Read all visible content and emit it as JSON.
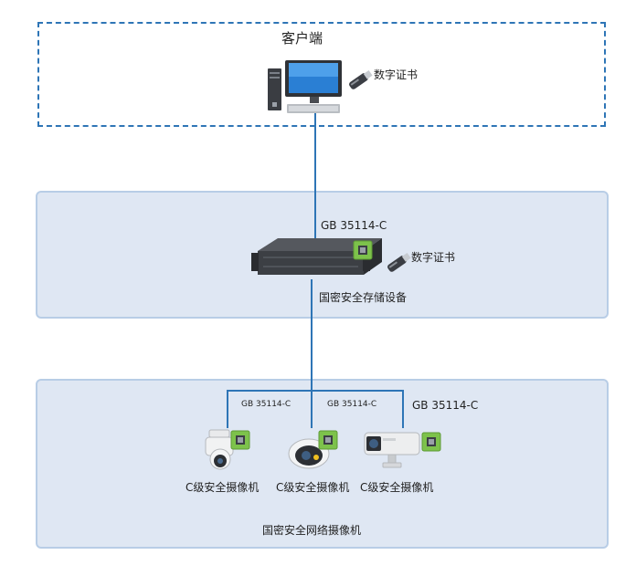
{
  "client": {
    "title": "客户端",
    "cert_label": "数字证书"
  },
  "storage": {
    "standard": "GB 35114-C",
    "cert_label": "数字证书",
    "device_label": "国密安全存储设备"
  },
  "cameras": {
    "links": [
      "GB 35114-C",
      "GB 35114-C",
      "GB 35114-C"
    ],
    "items": [
      "C级安全摄像机",
      "C级安全摄像机",
      "C级安全摄像机"
    ],
    "group_label": "国密安全网络摄像机"
  },
  "colors": {
    "line": "#2e75b6",
    "panel_fill": "#dfe7f3",
    "panel_border": "#b8cde6",
    "chip": "#7dc24b"
  }
}
